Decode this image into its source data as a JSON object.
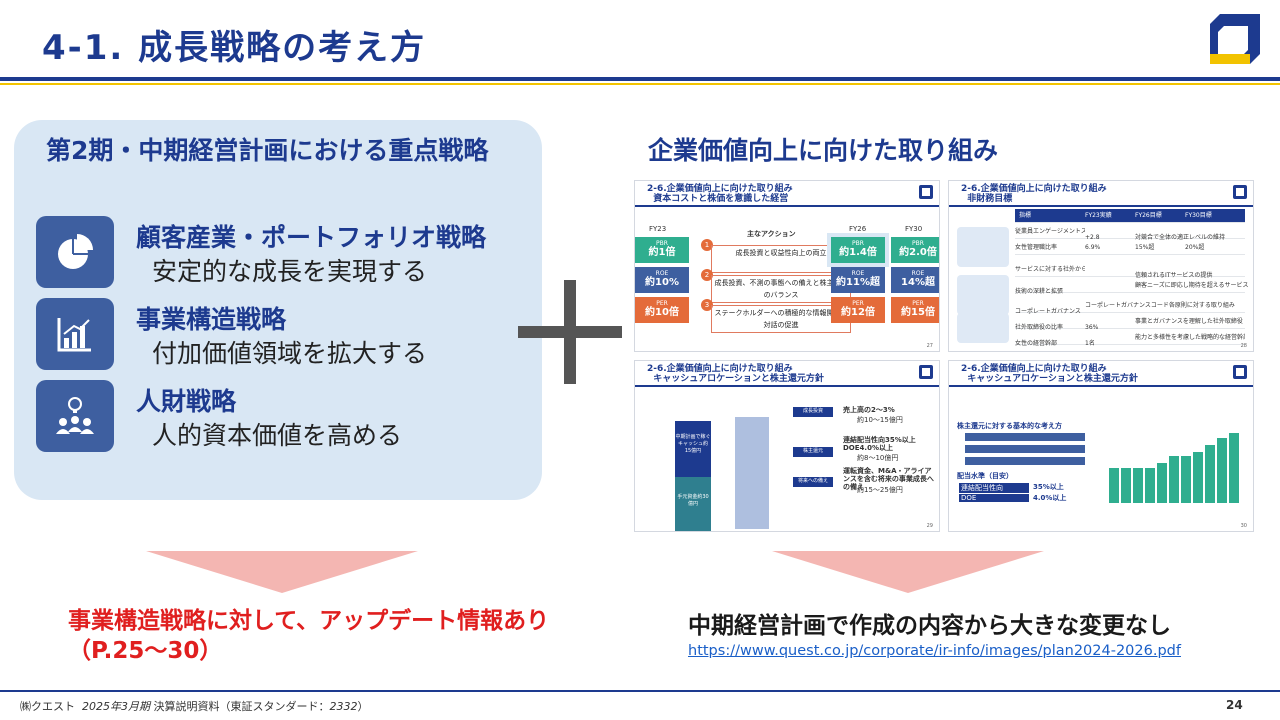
{
  "header": {
    "title": "4-1. 成長戦略の考え方"
  },
  "left_panel": {
    "title": "第2期・中期経営計画における重点戦略",
    "strategies": [
      {
        "name": "顧客産業・ポートフォリオ戦略",
        "desc": "安定的な成長を実現する",
        "icon": "pie-chart-icon"
      },
      {
        "name": "事業構造戦略",
        "desc": "付加価値領域を拡大する",
        "icon": "bar-chart-icon"
      },
      {
        "name": "人財戦略",
        "desc": "人的資本価値を高める",
        "icon": "people-lightbulb-icon"
      }
    ],
    "note": "事業構造戦略に対して、アップデート情報あり（P.25～30）"
  },
  "right_panel": {
    "title": "企業価値向上に向けた取り組み",
    "thumbnails": [
      {
        "title_line1": "2-6.企業価値向上に向けた取り組み",
        "title_line2": "資本コストと株価を意識した経営",
        "fy": [
          "FY23",
          "FY26",
          "FY30"
        ],
        "kpi_labels": [
          "PBR",
          "ROE",
          "PER"
        ],
        "fy23": [
          "約1倍",
          "約10%",
          "約10倍"
        ],
        "fy26": [
          "約1.4倍",
          "約11%超",
          "約12倍"
        ],
        "fy30": [
          "約2.0倍",
          "14%超",
          "約15倍"
        ],
        "actions_header": "主なアクション",
        "actions": [
          "成長投資と収益性向上の両立",
          "成長投資、不測の事態への備えと株主還元のバランス",
          "ステークホルダーへの積極的な情報開示と対話の促進"
        ],
        "page": "27"
      },
      {
        "title_line1": "2-6.企業価値向上に向けた取り組み",
        "title_line2": "非財務目標",
        "headers": [
          "指標",
          "FY23実績",
          "FY26目標",
          "FY30目標"
        ],
        "rows": [
          [
            "従業員エンゲージメントスコア(偏差値)",
            "+2.8",
            "対競合で全体の適正レベルの維持"
          ],
          [
            "女性管理職比率",
            "6.9%",
            "15%超",
            "20%超"
          ],
          [
            "サービスに対する社外からの評価",
            "",
            "信頼されるITサービスの提供"
          ],
          [
            "技術の深耕と拡張",
            "",
            "顧客ニーズに即応し期待を超えるサービス"
          ],
          [
            "コーポレートガバナンス",
            "",
            "コーポレートガバナンスコード各原則に対する取り組み"
          ],
          [
            "社外取締役の比率",
            "36%",
            "事業とガバナンスを理解した社外取締役"
          ],
          [
            "女性の経営幹部",
            "1名",
            "能力と多様性を考慮した戦略的な経営幹部構成"
          ]
        ],
        "page": "28"
      },
      {
        "title_line1": "2-6.企業価値向上に向けた取り組み",
        "title_line2": "キャッシュアロケーションと株主還元方針",
        "items": [
          "売上高の2～3%",
          "約10～15億円",
          "連結配当性向35%以上",
          "DOE4.0%以上",
          "約8～10億円",
          "運転資金、M&A・アライアンスを含む将来の事業成長への備え",
          "約15～25億円"
        ],
        "labels": [
          "成長投資",
          "株主還元",
          "将来への備え"
        ],
        "left_box": [
          "中期計画で稼ぐキャッシュ約15億円",
          "手元資金約30億円"
        ],
        "page": "29"
      },
      {
        "title_line1": "2-6.企業価値向上に向けた取り組み",
        "title_line2": "キャッシュアロケーションと株主還元方針",
        "policy_header": "株主還元に対する基本的な考え方",
        "policy_target": "配当水準（目安）",
        "metrics": [
          {
            "name": "連結配当性向",
            "value": "35%以上"
          },
          {
            "name": "DOE",
            "value": "4.0%以上"
          }
        ],
        "bar_values": [
          30,
          30,
          30,
          30,
          34,
          40,
          40,
          44,
          50,
          56,
          60
        ],
        "page": "30"
      }
    ],
    "note": "中期経営計画で作成の内容から大きな変更なし",
    "link": "https://www.quest.co.jp/corporate/ir-info/images/plan2024-2026.pdf"
  },
  "footer": {
    "company": "㈱クエスト",
    "period": "2025年3月期",
    "doc": "決算説明資料（東証スタンダード：",
    "code": "2332",
    "close": "）",
    "page": "24"
  },
  "colors": {
    "brand": "#1d3a8f",
    "accent": "#f2c300",
    "highlight_red": "#e01f1f",
    "panel_bg": "#d9e7f4",
    "arrow": "#f4b6b2"
  }
}
